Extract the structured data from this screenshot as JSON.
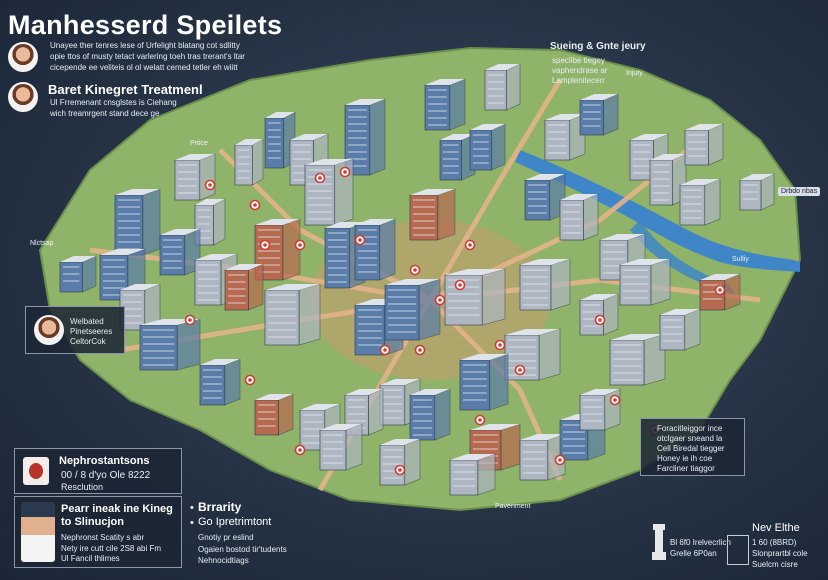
{
  "title": "Manhesserd Speilets",
  "intro": {
    "lines": [
      "Unayee ther tenres lese of Urfelight blatang cot sdlitty",
      "opie ttos of musty tetact varlering toeh tras trerant's ltar",
      "cicepende ee veliteis ol ol welatt cemed tetler eh wiitt"
    ]
  },
  "treatment": {
    "heading": "Baret Kinegret Treatmenl",
    "lines": [
      "Ul Frremenant cnsglstes is Ciehang",
      "wich treamrgent stand dece ge"
    ]
  },
  "top_right": {
    "heading": "Sueing & Gnte jeury",
    "lines": [
      "speclibe tiegey",
      "vaphendrase ar",
      "Lamplenitecerr"
    ],
    "tag": "Injuty"
  },
  "map_labels": {
    "prtce": "Prtice",
    "nlctsap": "Nlctsap",
    "drbdo": "Drbdo nbas",
    "sulliy": "Sulliy",
    "pavenment": "Pavenment"
  },
  "left_callout": {
    "lines": [
      "Welbated",
      "Pinetseeres",
      "CeltorCok"
    ]
  },
  "right_callout": {
    "lines": [
      "Foracitleiggor ince",
      "otclgaer sneand la",
      "Cell Biredal tiegger",
      "Honey ie ih coe",
      "Farcliner tiaggor"
    ]
  },
  "nephro_box": {
    "heading": "Nephrostantsons",
    "lines": [
      "00 / 8 d'yo Ole 8222",
      "Resclution"
    ]
  },
  "patient_box": {
    "heading": [
      "Pearr ineak ine Kineg",
      "to Slinucjon"
    ],
    "lines": [
      "Nephronst Scatity s abr",
      "Nety ire cutt cile 2S8 abi Fm",
      "Ul Fancil thlimes"
    ]
  },
  "bullets": [
    {
      "text": "Brrarity",
      "marker": "•"
    },
    {
      "text": "Go Ipretrimtont",
      "marker": "•"
    },
    {
      "text": "Gnotiy pr eslind",
      "marker": ""
    },
    {
      "text": "Ogaien bostod tir'tudents",
      "marker": ""
    },
    {
      "text": "Nehnocidtiags",
      "marker": ""
    }
  ],
  "new_elline": {
    "heading": "Nev Elthe",
    "col1": [
      "Bl 6f0 Irelvecrlicn",
      "Grelle 6P0an"
    ],
    "col2": [
      "1 60 (8BRD)",
      "Slonprartbl cole",
      "Suelcm cisre"
    ]
  },
  "colors": {
    "background": "#243244",
    "land": "#8fb369",
    "river": "#3f86c8",
    "road": "#d9a679",
    "building_blue": "#5a7ca8",
    "building_gray": "#aeb6c2",
    "building_brick": "#b66a4f",
    "marker_red": "#d23a2f"
  }
}
